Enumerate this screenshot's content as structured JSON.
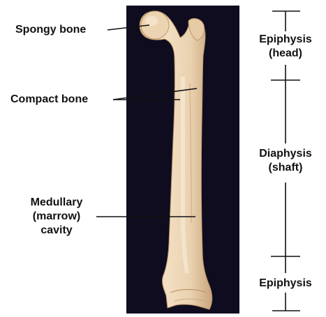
{
  "colors": {
    "background": "#ffffff",
    "photo_backdrop": "#0e0c1e",
    "bone_shading": "#e4c7a2",
    "bone_highlight": "#f4e0c4",
    "label_text": "#111111",
    "leader_line": "#111111"
  },
  "labels_left": {
    "spongy_bone": "Spongy bone",
    "compact_bone": "Compact bone",
    "medullary_line1": "Medullary",
    "medullary_line2": "(marrow)",
    "medullary_line3": "cavity"
  },
  "labels_right": {
    "epiphysis_head_line1": "Epiphysis",
    "epiphysis_head_line2": "(head)",
    "diaphysis_line1": "Diaphysis",
    "diaphysis_line2": "(shaft)",
    "epiphysis_bottom": "Epiphysis"
  }
}
